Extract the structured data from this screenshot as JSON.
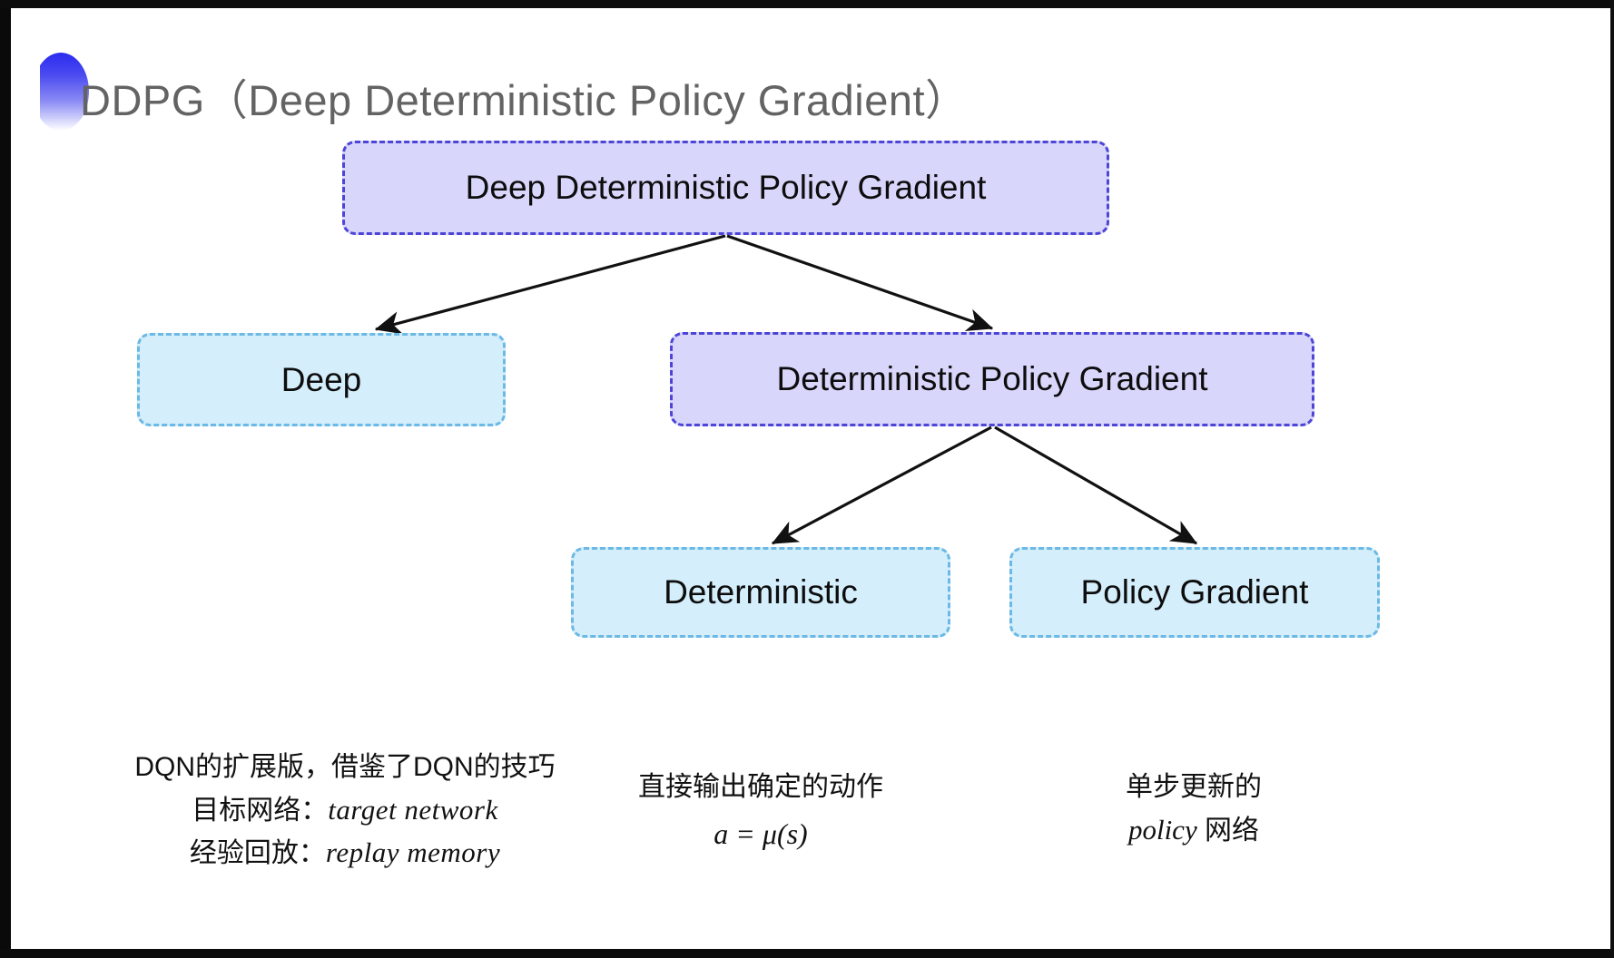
{
  "slide": {
    "title": "DDPG（Deep Deterministic Policy Gradient）",
    "background_color": "#ffffff",
    "title_color": "#636363",
    "bullet_icon": "gradient-half-circle-icon",
    "bullet_gradient_from": "#2b2bef",
    "bullet_gradient_to": "#ffffff"
  },
  "diagram": {
    "type": "tree",
    "colors": {
      "purple_fill": "#d8d6fb",
      "purple_border": "#4d45d6",
      "cyan_fill": "#d4eefb",
      "cyan_border": "#6bb9e4",
      "arrow": "#111111"
    },
    "nodes": [
      {
        "id": "root",
        "label": "Deep Deterministic Policy Gradient",
        "style": "purple",
        "level": 1
      },
      {
        "id": "deep",
        "label": "Deep",
        "style": "cyan",
        "level": 2
      },
      {
        "id": "dpg",
        "label": "Deterministic Policy Gradient",
        "style": "purple",
        "level": 2
      },
      {
        "id": "deterministic",
        "label": "Deterministic",
        "style": "cyan",
        "level": 3
      },
      {
        "id": "policy-gradient",
        "label": "Policy Gradient",
        "style": "cyan",
        "level": 3
      }
    ],
    "edges": [
      {
        "from": "root",
        "to": "deep"
      },
      {
        "from": "root",
        "to": "dpg"
      },
      {
        "from": "dpg",
        "to": "deterministic"
      },
      {
        "from": "dpg",
        "to": "policy-gradient"
      }
    ]
  },
  "captions": {
    "deep": {
      "line1": "DQN的扩展版，借鉴了DQN的技巧",
      "line2_label": "目标网络：",
      "line2_term": "target network",
      "line3_label": "经验回放：",
      "line3_term": "replay memory"
    },
    "deterministic": {
      "line1": "直接输出确定的动作",
      "formula": "a = μ(s)"
    },
    "policy_gradient": {
      "line1": "单步更新的",
      "line2_term": "policy",
      "line2_tail": " 网络"
    }
  }
}
